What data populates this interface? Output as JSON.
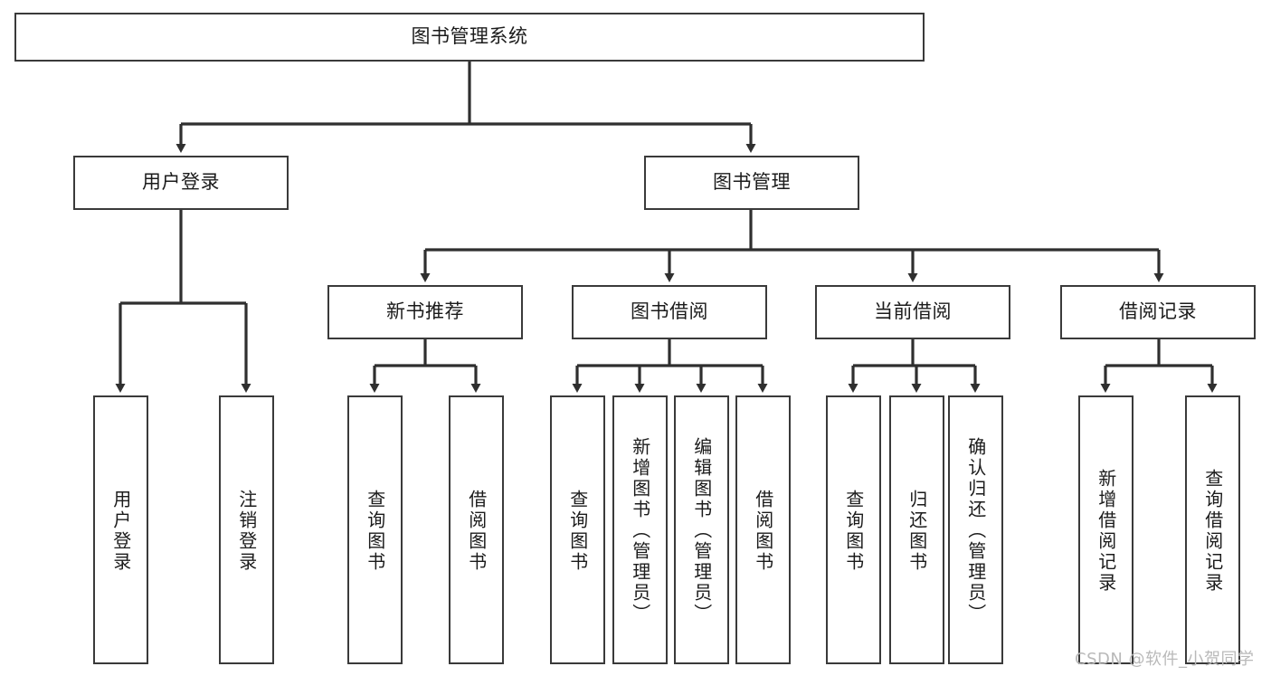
{
  "diagram": {
    "title": "图书管理系统",
    "root": {
      "id": "root",
      "label": "图书管理系统"
    },
    "level1": [
      {
        "id": "user-login",
        "label": "用户登录"
      },
      {
        "id": "book-manage",
        "label": "图书管理"
      }
    ],
    "level2": [
      {
        "id": "new-book-recommend",
        "label": "新书推荐"
      },
      {
        "id": "book-borrow",
        "label": "图书借阅"
      },
      {
        "id": "current-borrow",
        "label": "当前借阅"
      },
      {
        "id": "borrow-record",
        "label": "借阅记录"
      }
    ],
    "leaves": {
      "user_login": [
        {
          "id": "leaf-user-login",
          "label": "用户登录"
        },
        {
          "id": "leaf-logout-login",
          "label": "注销登录"
        }
      ],
      "new_book_recommend": [
        {
          "id": "leaf-query-book-1",
          "label": "查询图书"
        },
        {
          "id": "leaf-borrow-book-1",
          "label": "借阅图书"
        }
      ],
      "book_borrow": [
        {
          "id": "leaf-query-book-2",
          "label": "查询图书"
        },
        {
          "id": "leaf-add-book",
          "label": "新增图书（管理员）"
        },
        {
          "id": "leaf-edit-book",
          "label": "编辑图书（管理员）"
        },
        {
          "id": "leaf-borrow-book-2",
          "label": "借阅图书"
        }
      ],
      "current_borrow": [
        {
          "id": "leaf-query-book-3",
          "label": "查询图书"
        },
        {
          "id": "leaf-return-book",
          "label": "归还图书"
        },
        {
          "id": "leaf-confirm-return",
          "label": "确认归还（管理员）"
        }
      ],
      "borrow_record": [
        {
          "id": "leaf-add-record",
          "label": "新增借阅记录"
        },
        {
          "id": "leaf-query-record",
          "label": "查询借阅记录"
        }
      ]
    }
  },
  "watermark": {
    "text": "CSDN @软件_小贺同学"
  },
  "colors": {
    "stroke": "#3a3a3a",
    "background": "#ffffff",
    "text": "#1b1b1b",
    "watermark": "#b9b9b9"
  }
}
